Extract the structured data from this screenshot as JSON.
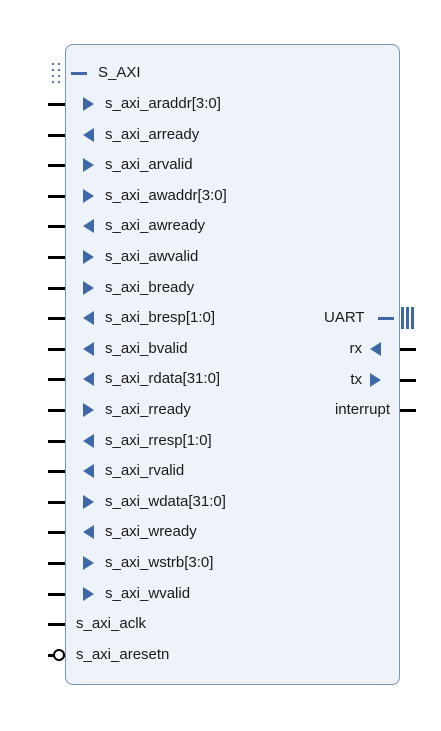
{
  "left_ports": [
    {
      "label": "s_axi_araddr[3:0]",
      "dir": "in"
    },
    {
      "label": "s_axi_arready",
      "dir": "out"
    },
    {
      "label": "s_axi_arvalid",
      "dir": "in"
    },
    {
      "label": "s_axi_awaddr[3:0]",
      "dir": "in"
    },
    {
      "label": "s_axi_awready",
      "dir": "out"
    },
    {
      "label": "s_axi_awvalid",
      "dir": "in"
    },
    {
      "label": "s_axi_bready",
      "dir": "in"
    },
    {
      "label": "s_axi_bresp[1:0]",
      "dir": "out"
    },
    {
      "label": "s_axi_bvalid",
      "dir": "out"
    },
    {
      "label": "s_axi_rdata[31:0]",
      "dir": "out"
    },
    {
      "label": "s_axi_rready",
      "dir": "in"
    },
    {
      "label": "s_axi_rresp[1:0]",
      "dir": "out"
    },
    {
      "label": "s_axi_rvalid",
      "dir": "out"
    },
    {
      "label": "s_axi_wdata[31:0]",
      "dir": "in"
    },
    {
      "label": "s_axi_wready",
      "dir": "out"
    },
    {
      "label": "s_axi_wstrb[3:0]",
      "dir": "in"
    },
    {
      "label": "s_axi_wvalid",
      "dir": "in"
    }
  ],
  "interface_left": {
    "label": "S_AXI"
  },
  "plain_ports": [
    {
      "label": "s_axi_aclk",
      "negated": false
    },
    {
      "label": "s_axi_aresetn",
      "negated": true
    }
  ],
  "interface_right": {
    "label": "UART"
  },
  "right_ports": [
    {
      "label": "rx",
      "dir": "in",
      "arrow": true
    },
    {
      "label": "tx",
      "dir": "out",
      "arrow": true
    },
    {
      "label": "interrupt",
      "dir": "out",
      "arrow": false
    }
  ],
  "colors": {
    "block_fill": "#eef3f9",
    "block_border": "#7b93b4",
    "arrow": "#3f69a6",
    "pin": "#000000"
  }
}
